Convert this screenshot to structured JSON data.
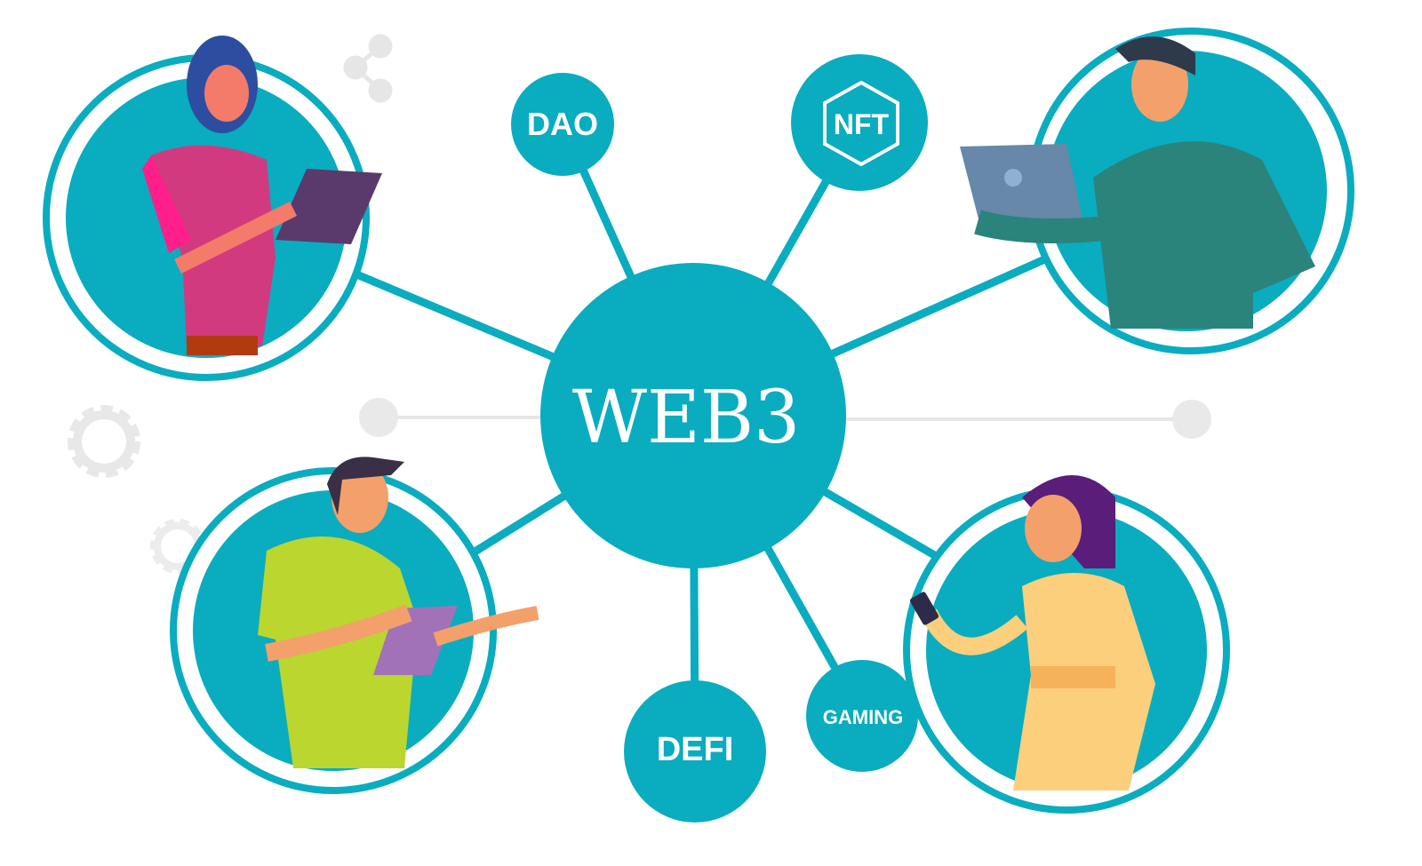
{
  "diagram": {
    "center_label": "WEB3",
    "nodes": [
      {
        "label": "DAO"
      },
      {
        "label": "NFT"
      },
      {
        "label": "DEFI"
      },
      {
        "label": "GAMING"
      }
    ],
    "colors": {
      "primary": "#0aacc0",
      "connector_gray": "#e6e6e6",
      "background": "#ffffff"
    },
    "icons": [
      "share-icon",
      "gear-icon",
      "hexagon-icon"
    ]
  }
}
